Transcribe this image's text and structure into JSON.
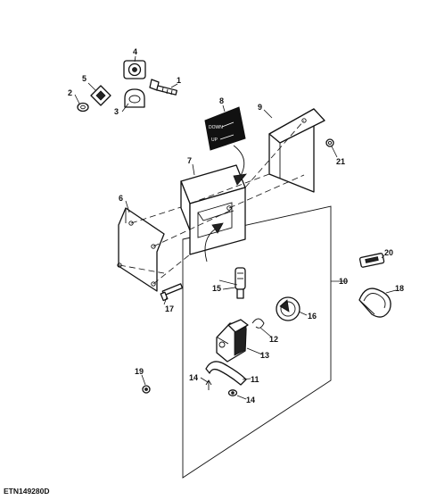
{
  "figure_code": "ETN149280D",
  "decal": {
    "down_label": "DOWN",
    "up_label": "UP"
  },
  "callouts": {
    "c1": "1",
    "c2": "2",
    "c3": "3",
    "c4": "4",
    "c5": "5",
    "c6": "6",
    "c7": "7",
    "c8": "8",
    "c9": "9",
    "c10": "10",
    "c11": "11",
    "c12": "12",
    "c13": "13",
    "c14a": "14",
    "c14b": "14",
    "c15": "15",
    "c16": "16",
    "c17": "17",
    "c18": "18",
    "c19": "19",
    "c20": "20",
    "c21": "21"
  },
  "colors": {
    "line": "#111111",
    "background": "#ffffff",
    "decal": "#111111"
  }
}
